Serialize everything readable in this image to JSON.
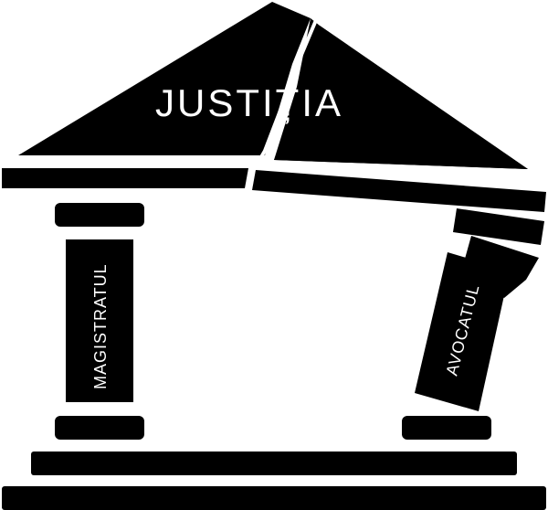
{
  "roof": {
    "label": "JUSTIȚIA"
  },
  "columns": {
    "left_label": "MAGISTRATUL",
    "right_label": "AVOCATUL"
  },
  "colors": {
    "ink": "#000000",
    "paper": "#ffffff"
  }
}
